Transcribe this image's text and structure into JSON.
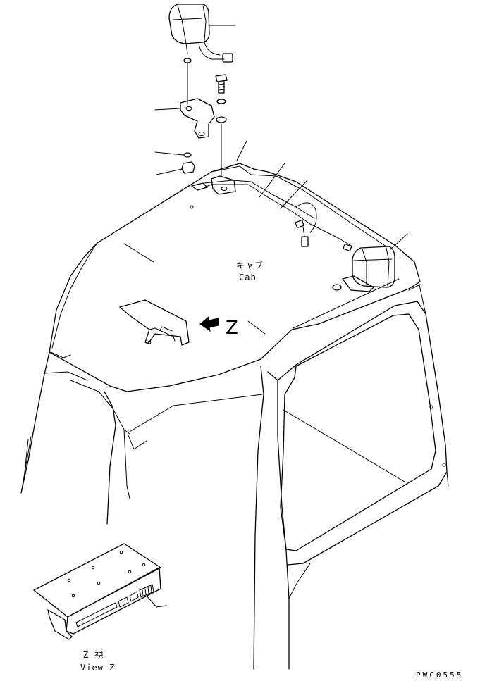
{
  "labels": {
    "cab_jp": "キャブ",
    "cab_en": "Cab",
    "view_letter": "Z",
    "view_jp": "Z 視",
    "view_en": "View Z",
    "drawing_code": "PWC0555"
  },
  "icons": {
    "view_arrow": "arrow-left-icon"
  }
}
